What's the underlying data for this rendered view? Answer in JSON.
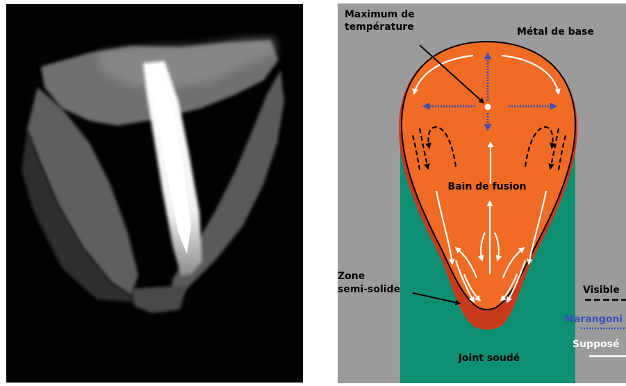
{
  "photo": {
    "description_label": ""
  },
  "diagram": {
    "labels": {
      "max_temp_line1": "Maximum de",
      "max_temp_line2": "température",
      "base_metal": "Métal de base",
      "weld_pool": "Bain de fusion",
      "mushy_line1": "Zone",
      "mushy_line2": "semi-solide",
      "weld_joint": "Joint soudé"
    },
    "legend": {
      "visible": "Visible",
      "marangoni": "Marangoni",
      "suppose": "Supposé"
    },
    "colors": {
      "base_metal": "#9b9b9b",
      "weld_joint": "#0d8f72",
      "weld_pool": "#f06b24",
      "mushy_zone": "#c83a1c",
      "marangoni": "#3a4fb8",
      "visible": "#000000",
      "suppose": "#ffffff"
    }
  }
}
